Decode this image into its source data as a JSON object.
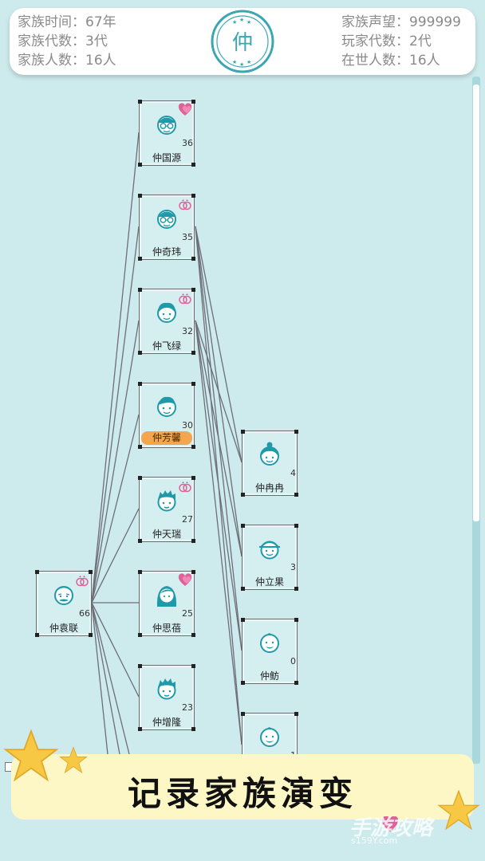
{
  "header": {
    "family_time": "家族时间：67年",
    "generations": "家族代数：3代",
    "population": "家族人数：16人",
    "prestige": "家族声望：999999",
    "player_generations": "玩家代数：2代",
    "alive": "在世人数：16人",
    "seal_char": "仲"
  },
  "members": [
    {
      "name": "仲国源",
      "age": "36",
      "face": "glasses-man-icon",
      "mark": "heart-icon"
    },
    {
      "name": "仲奇玮",
      "age": "35",
      "face": "glasses-man-icon",
      "mark": "rings-icon"
    },
    {
      "name": "仲飞绿",
      "age": "32",
      "face": "woman-icon",
      "mark": "rings-icon"
    },
    {
      "name": "仲芳馨",
      "age": "30",
      "face": "man-icon",
      "mark": ""
    },
    {
      "name": "仲天瑞",
      "age": "27",
      "face": "spiky-man-icon",
      "mark": "rings-icon"
    },
    {
      "name": "仲思蓓",
      "age": "25",
      "face": "long-hair-woman-icon",
      "mark": "heart-icon"
    },
    {
      "name": "仲增隆",
      "age": "23",
      "face": "spiky-man-icon",
      "mark": ""
    }
  ],
  "elder": {
    "name": "仲袁联",
    "age": "66",
    "face": "old-man-icon",
    "mark": "rings-icon"
  },
  "children": [
    {
      "name": "仲冉冉",
      "age": "4",
      "face": "girl-bun-icon"
    },
    {
      "name": "仲立果",
      "age": "3",
      "face": "cap-boy-icon"
    },
    {
      "name": "仲鲂",
      "age": "0",
      "face": "baby-icon"
    },
    {
      "name": "",
      "age": "1",
      "face": "baby-icon"
    }
  ],
  "banner": {
    "text": "记录家族演变"
  },
  "watermark": {
    "text": "手游攻略",
    "sub": "s159Y.com"
  },
  "colors": {
    "background": "#cdeaec",
    "accent": "#1f9aa8",
    "active_name": "#f3a64d",
    "banner": "#fdf7c6",
    "star": "#f7c843",
    "heart": "#e0609a"
  }
}
